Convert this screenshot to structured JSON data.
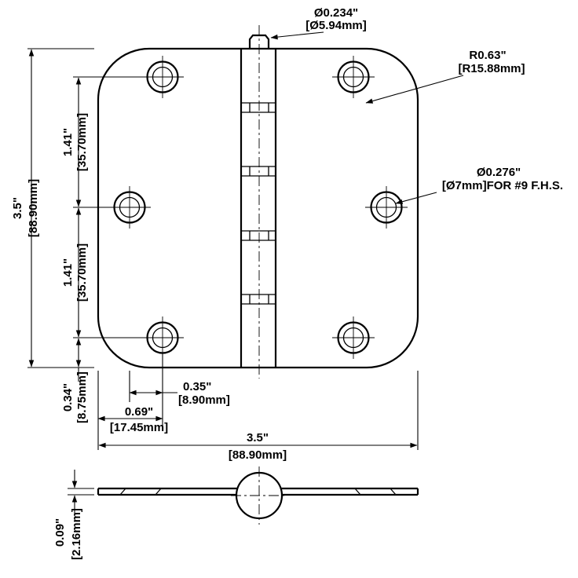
{
  "drawing": {
    "type": "hinge-dimensional-drawing",
    "colors": {
      "line": "#000000",
      "background": "#ffffff"
    },
    "labels": {
      "pin_dia_in": "Ø0.234\"",
      "pin_dia_mm": "[Ø5.94mm]",
      "corner_r_in": "R0.63\"",
      "corner_r_mm": "[R15.88mm]",
      "hole_dia_in": "Ø0.276\"",
      "hole_dia_mm": "[Ø7mm]FOR #9 F.H.S.",
      "height_in": "3.5\"",
      "height_mm": "[88.90mm]",
      "spacing_upper_in": "1.41\"",
      "spacing_upper_mm": "[35.70mm]",
      "spacing_lower_in": "1.41\"",
      "spacing_lower_mm": "[35.70mm]",
      "edge_margin_in": "0.34\"",
      "edge_margin_mm": "[8.75mm]",
      "hole_inset_in": "0.35\"",
      "hole_inset_mm": "[8.90mm]",
      "hole_offset_in": "0.69\"",
      "hole_offset_mm": "[17.45mm]",
      "width_in": "3.5\"",
      "width_mm": "[88.90mm]",
      "thickness_in": "0.09\"",
      "thickness_mm": "[2.16mm]"
    }
  }
}
